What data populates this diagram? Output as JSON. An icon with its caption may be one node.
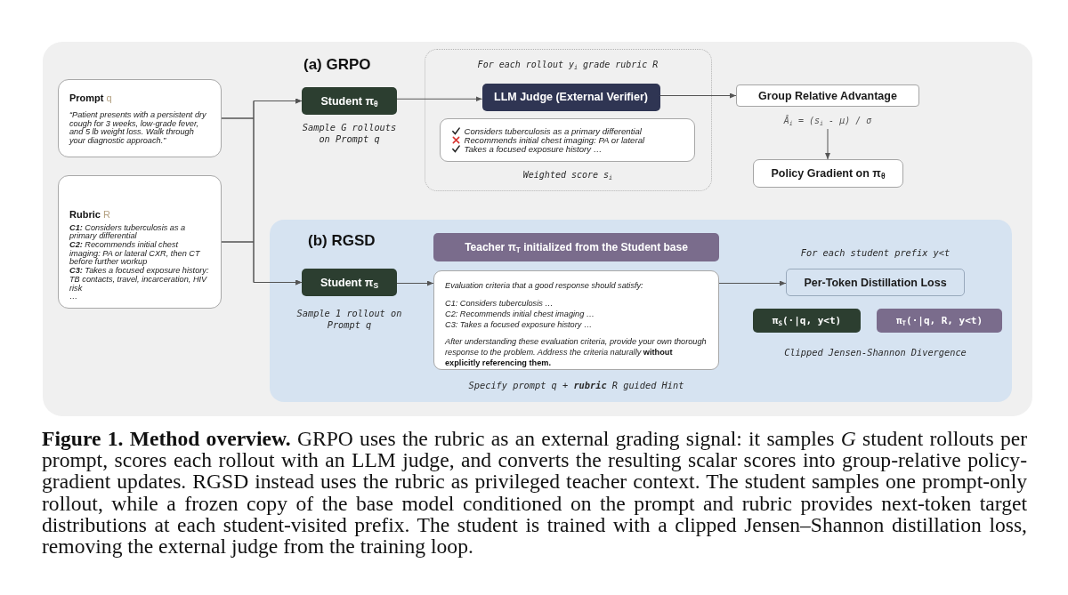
{
  "diagram": {
    "nodes": [
      {
        "text": [
          "**Prompt** q",
          "“Patient presents with a persistent dry cough for 3 weeks, low-grade fever, and 5 lb weight loss. Walk through your diagnostic approach.”"
        ]
      },
      {
        "text": [
          "**Rubric** R",
          "**C1:** Considers tuberculosis as a primary differential",
          "**C2:** Recommends initial chest imaging: PA or lateral CXR, then CT before further workup",
          "**C3:** Takes a focused exposure history: TB contacts, travel, incarceration, HIV risk",
          "…"
        ]
      },
      {
        "text": [
          "Student π$_{θ}$"
        ],
        "beside": [
          "Sample G rollouts on Prompt q"
        ]
      },
      {
        "text": [
          "For each rollout y$_{i}$ grade rubric R",
          "Weighted score s$_{i}$"
        ]
      },
      {
        "text": [
          "LLM Judge (External Verifier)"
        ],
        "in": 3
      },
      {
        "text": [
          "Considers tuberculosis as a primary differential",
          "Recommends initial chest imaging: PA or lateral",
          "Takes a focused exposure history …"
        ],
        "in": 3
      },
      {
        "text": [
          "Group Relative Advantage"
        ]
      },
      {
        "text": [
          "Â$_{i}$ = (s$_{i}$ - μ) / σ"
        ]
      },
      {
        "text": [
          "Policy Gradient on π$_{θ}$"
        ]
      },
      {
        "text": [
          "(b) RGSD"
        ]
      },
      {
        "text": [
          "Student π$_{S}$"
        ],
        "in": 9,
        "beside": [
          "Sample 1 rollout on Prompt q"
        ]
      },
      {
        "text": [
          "Teacher π$_{T}$ initialized from the Student base"
        ],
        "in": 9
      },
      {
        "text": [
          "Evaluation criteria that a good response should satisfy:",
          "C1: Considers tuberculosis …",
          "C2: Recommends initial chest imaging …",
          "C3: Takes a focused exposure history …",
          "After understanding these evaluation criteria, provide your own thorough response to the problem. Address the criteria naturally **without explicitly referencing them.**"
        ],
        "in": 9,
        "beside": [
          "Specify prompt q + **rubric** R guided Hint"
        ]
      },
      {
        "text": [
          "Per-Token Distillation Loss"
        ],
        "in": 9,
        "beside": [
          "For each student prefix y<t"
        ]
      },
      {
        "text": [
          "π$_{S}$(·|q, y<t)"
        ],
        "in": 9
      },
      {
        "text": [
          "π$_{T}$(·|q, R, y<t)"
        ],
        "in": 9
      }
    ],
    "edges": [
      {
        "from": 0,
        "to": 2,
        "arrow": "to"
      },
      {
        "from": 0,
        "to": 10,
        "arrow": "to"
      },
      {
        "from": 1,
        "to": 2,
        "arrow": "to"
      },
      {
        "from": 1,
        "to": 10,
        "arrow": "to"
      },
      {
        "from": 2,
        "to": 4,
        "arrow": "to"
      },
      {
        "from": 4,
        "to": 6,
        "arrow": "to"
      },
      {
        "from": 7,
        "to": 8,
        "arrow": "to"
      },
      {
        "from": 10,
        "to": 12,
        "arrow": "to"
      },
      {
        "from": 12,
        "to": 13,
        "arrow": "to"
      }
    ],
    "labels": [
      "(a) GRPO",
      "Clipped Jensen-Shannon Divergence"
    ],
    "caption": "**Figure 1. Method overview.** GRPO uses the rubric as an external grading signal: it samples *G* student rollouts per prompt, scores each rollout with an LLM judge, and converts the resulting scalar scores into group-relative policy-gradient updates. RGSD instead uses the rubric as privileged teacher context. The student samples one prompt-only rollout, while a frozen copy of the base model conditioned on the prompt and rubric provides next-token target distributions at each student-visited prefix. The student is trained with a clipped Jensen–Shannon distillation loss, removing the external judge from the training loop."
  }
}
